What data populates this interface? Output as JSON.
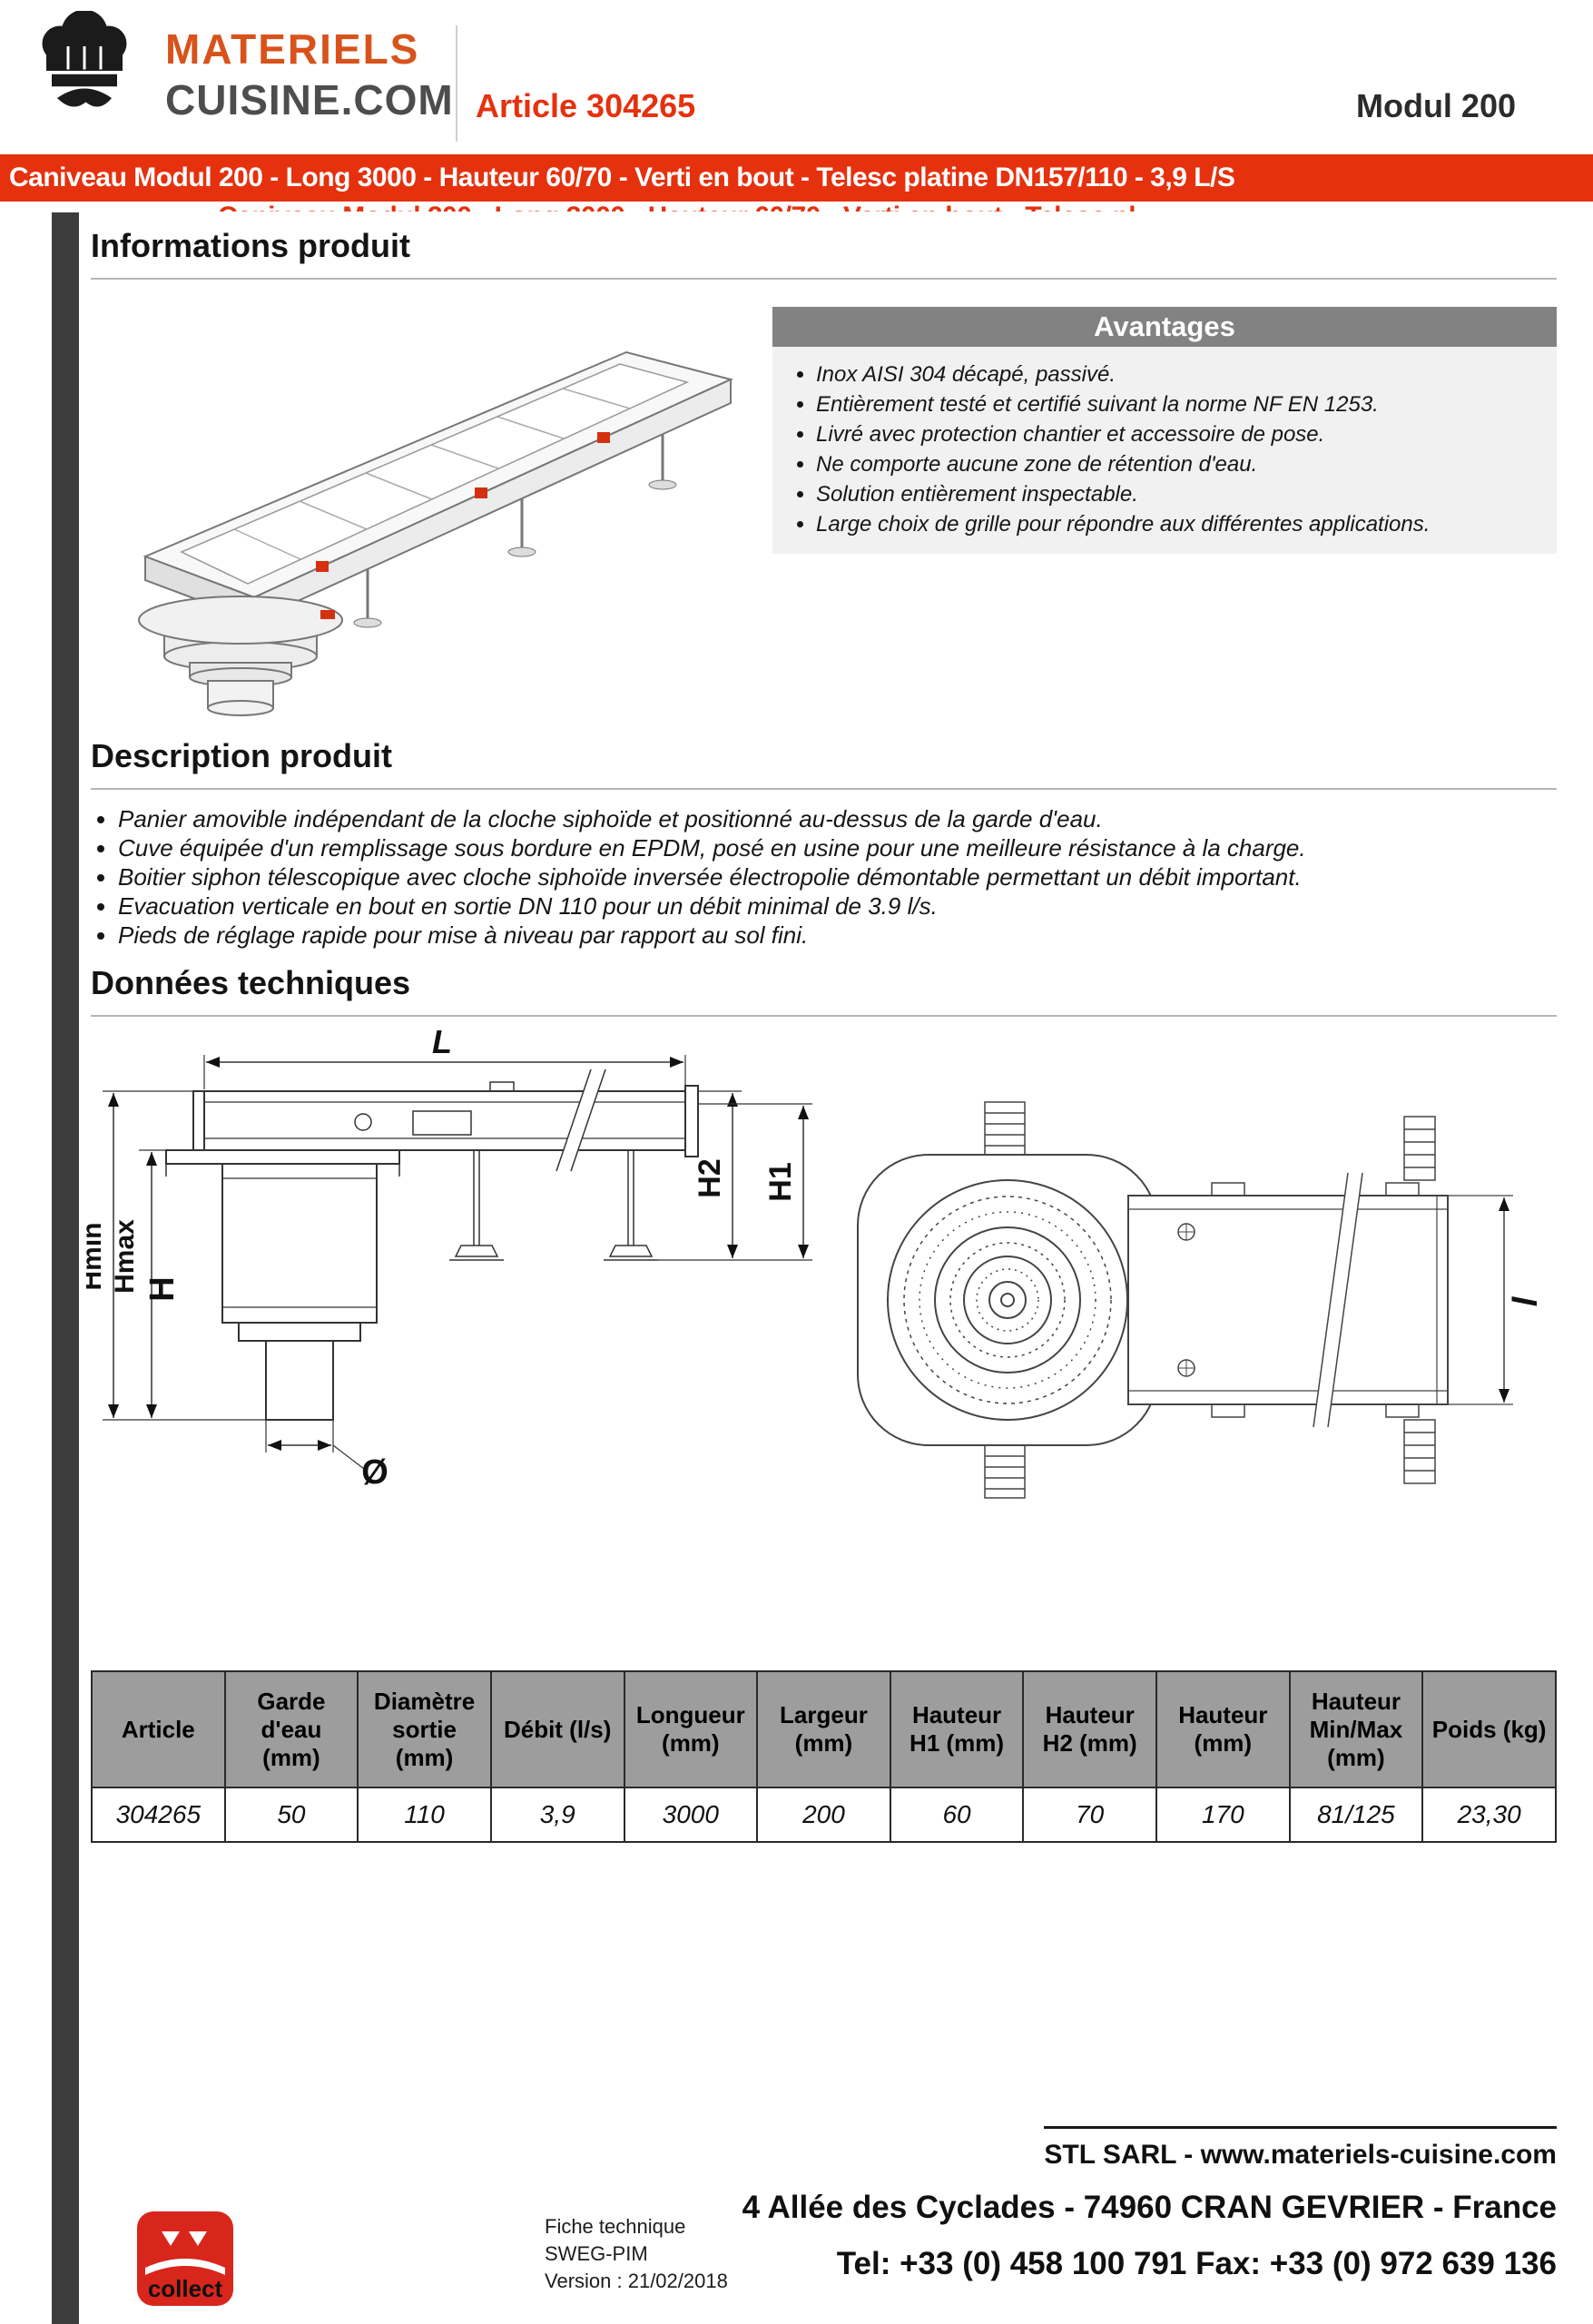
{
  "colors": {
    "accent_red": "#e5310e",
    "avantages_header_gray": "#828282",
    "avantages_body_gray": "#f1f1f1",
    "table_header_gray": "#9d9d9d"
  },
  "header": {
    "brand_line1": "MATERIELS",
    "brand_line2": "CUISINE.COM",
    "article_label": "Article 304265",
    "model_label": "Modul 200"
  },
  "banner": {
    "title": "Caniveau Modul 200 - Long 3000 - Hauteur 60/70 - Verti en bout - Telesc platine DN157/110 - 3,9 L/S"
  },
  "sections": {
    "informations": "Informations produit",
    "description": "Description produit",
    "donnees": "Données techniques"
  },
  "avantages": {
    "title": "Avantages",
    "items": [
      "Inox AISI 304 décapé, passivé.",
      "Entièrement testé et certifié suivant la norme NF EN 1253.",
      "Livré avec protection chantier et accessoire de pose.",
      "Ne comporte aucune zone de rétention d'eau.",
      "Solution entièrement inspectable.",
      "Large choix de grille pour répondre aux différentes applications."
    ]
  },
  "description_items": [
    "Panier amovible indépendant de la cloche siphoïde et positionné au-dessus de la garde d'eau.",
    "Cuve équipée d'un remplissage sous bordure en EPDM, posé en usine pour une meilleure résistance à la charge.",
    "Boitier siphon télescopique avec cloche siphoïde inversée électropolie démontable permettant un débit important.",
    "Evacuation verticale en bout en sortie DN 110 pour un débit minimal de 3.9 l/s.",
    "Pieds de réglage rapide pour mise à niveau par rapport au sol fini."
  ],
  "drawing_labels": {
    "length": "L",
    "hmin": "Hmin",
    "hmax": "Hmax",
    "h": "H",
    "h2": "H2",
    "h1": "H1",
    "diameter": "Ø",
    "width": "l"
  },
  "table": {
    "headers": [
      "Article",
      "Garde d'eau (mm)",
      "Diamètre sortie (mm)",
      "Débit (l/s)",
      "Longueur (mm)",
      "Largeur (mm)",
      "Hauteur H1  (mm)",
      "Hauteur H2  (mm)",
      "Hauteur (mm)",
      "Hauteur Min/Max (mm)",
      "Poids (kg)"
    ],
    "rows": [
      [
        "304265",
        "50",
        "110",
        "3,9",
        "3000",
        "200",
        "60",
        "70",
        "170",
        "81/125",
        "23,30"
      ]
    ]
  },
  "footer": {
    "company": "STL SARL - www.materiels-cuisine.com",
    "address": "4 Allée des Cyclades - 74960 CRAN GEVRIER - France",
    "phone": "Tel: +33 (0) 458 100 791 Fax: +33 (0) 972 639 136",
    "doc_info": [
      "Fiche technique",
      "SWEG-PIM",
      "Version : 21/02/2018"
    ],
    "collect_label": "collect"
  }
}
